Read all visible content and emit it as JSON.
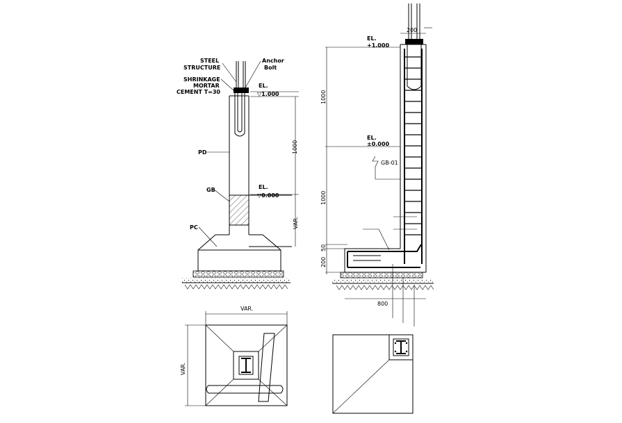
{
  "left_section": {
    "steel_structure": "STEEL\nSTRUCTURE",
    "steel_structure_l1": "STEEL",
    "steel_structure_l2": "STRUCTURE",
    "anchor_bolt_l1": "Anchor",
    "anchor_bolt_l2": "Bolt",
    "shrinkage_l1": "SHRINKAGE",
    "shrinkage_l2": "MORTAR",
    "shrinkage_l3": "CEMENT T=30",
    "el_top_label": "EL.",
    "el_top_value": "▽1.000",
    "dim_1000": "1000",
    "el_mid_label": "EL.",
    "el_mid_value": "▽0.000",
    "dim_var": "VAR.",
    "pd": "PD",
    "gb": "GB",
    "pc": "PC"
  },
  "right_section": {
    "dim_200_top": "200",
    "el_top_label": "EL.",
    "el_top_value": "+1.000",
    "dim_1000_upper": "1000",
    "el_mid_label": "EL.",
    "el_mid_value": "±0.000",
    "gb_tag": "GB-01",
    "dim_1000_lower": "1000",
    "dim_50": "50",
    "dim_200": "200",
    "dim_800": "800"
  },
  "plan_left": {
    "dim_var_top": "VAR.",
    "dim_var_side": "VAR."
  },
  "plan_right": {}
}
